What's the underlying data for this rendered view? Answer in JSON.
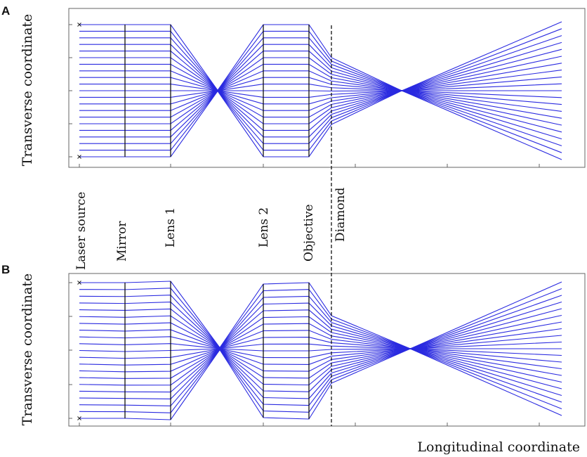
{
  "figure": {
    "panels": [
      {
        "letter": "A",
        "ylabel": "Transverse coordinate"
      },
      {
        "letter": "B",
        "ylabel": "Transverse coordinate"
      }
    ],
    "xlabel": "Longitudinal coordinate",
    "elements": [
      "Laser source",
      "Mirror",
      "Lens 1",
      "Lens 2",
      "Objective",
      "Diamond"
    ],
    "colors": {
      "rays": "#2a2ae0",
      "optics": "#111111",
      "frame": "#666666"
    }
  }
}
